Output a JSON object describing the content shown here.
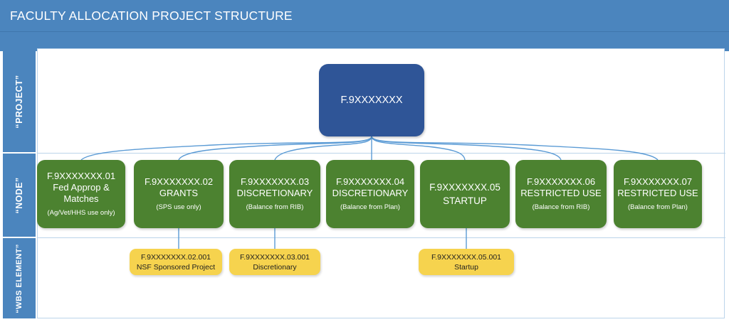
{
  "header": {
    "title": "FACULTY ALLOCATION PROJECT STRUCTURE",
    "band_color": "#4b85be"
  },
  "sidebar": {
    "bands": [
      {
        "label": "“PROJECT”"
      },
      {
        "label": "“NODE”"
      },
      {
        "label": "“WBS ELEMENT”"
      }
    ]
  },
  "diagram": {
    "colors": {
      "project": "#2f5597",
      "node": "#4c8230",
      "wbs": "#f6d34e",
      "connector": "#5b9bd5",
      "frame_border": "#bcd4ea"
    },
    "root": {
      "code": "F.9XXXXXXX"
    },
    "nodes": [
      {
        "code": "F.9XXXXXXX.01",
        "name": "Fed Approp & Matches",
        "note": "(Ag/Vet/HHS use only)"
      },
      {
        "code": "F.9XXXXXXX.02",
        "name": "GRANTS",
        "note": "(SPS use only)"
      },
      {
        "code": "F.9XXXXXXX.03",
        "name": "DISCRETIONARY",
        "note": "(Balance from RIB)"
      },
      {
        "code": "F.9XXXXXXX.04",
        "name": "DISCRETIONARY",
        "note": "(Balance from Plan)"
      },
      {
        "code": "F.9XXXXXXX.05",
        "name": "STARTUP",
        "note": ""
      },
      {
        "code": "F.9XXXXXXX.06",
        "name": "RESTRICTED USE",
        "note": "(Balance from RIB)"
      },
      {
        "code": "F.9XXXXXXX.07",
        "name": "RESTRICTED USE",
        "note": "(Balance from Plan)"
      }
    ],
    "wbs_elements": [
      {
        "code": "F.9XXXXXXX.02.001",
        "name": "NSF Sponsored Project"
      },
      {
        "code": "F.9XXXXXXX.03.001",
        "name": "Discretionary"
      },
      {
        "code": "F.9XXXXXXX.05.001",
        "name": "Startup"
      }
    ]
  }
}
